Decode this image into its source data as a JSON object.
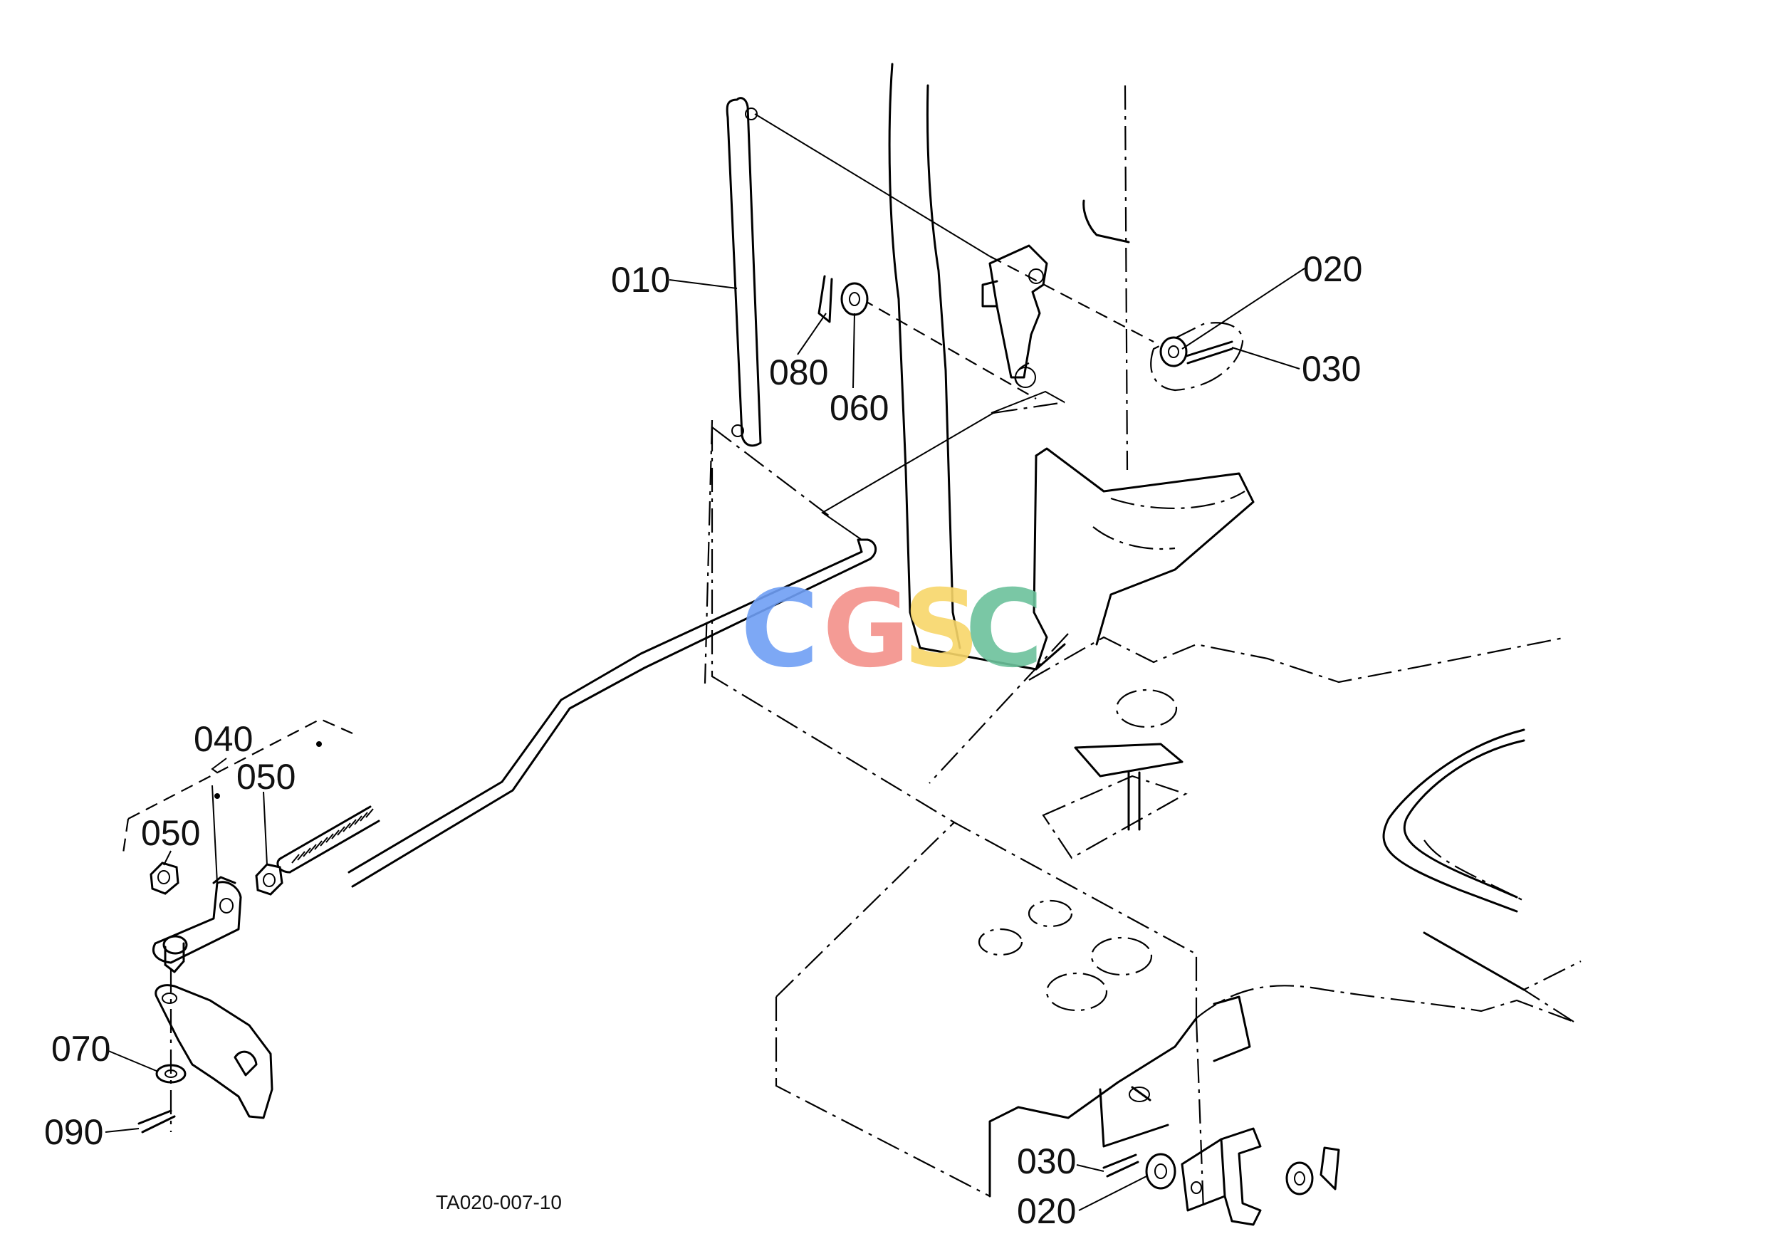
{
  "callouts": [
    {
      "id": "c010",
      "text": "010"
    },
    {
      "id": "c020a",
      "text": "020"
    },
    {
      "id": "c030a",
      "text": "030"
    },
    {
      "id": "c080",
      "text": "080"
    },
    {
      "id": "c060",
      "text": "060"
    },
    {
      "id": "c040",
      "text": "040"
    },
    {
      "id": "c050a",
      "text": "050"
    },
    {
      "id": "c050b",
      "text": "050"
    },
    {
      "id": "c070",
      "text": "070"
    },
    {
      "id": "c090",
      "text": "090"
    },
    {
      "id": "c030b",
      "text": "030"
    },
    {
      "id": "c020b",
      "text": "020"
    }
  ],
  "drawing_code": "TA020-007-10",
  "watermark": {
    "letters": [
      "C",
      "G",
      "S",
      "C"
    ],
    "colors": [
      "#6f9ff5",
      "#f3918a",
      "#f8d66a",
      "#6cc29c"
    ]
  }
}
